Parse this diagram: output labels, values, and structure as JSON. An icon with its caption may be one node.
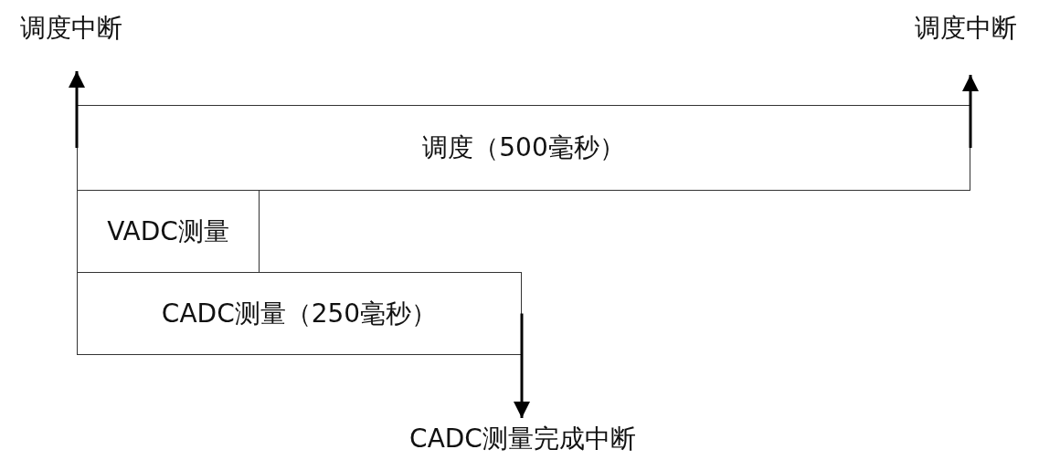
{
  "diagram": {
    "nodes": [
      {
        "text": [
          "调度中断"
        ]
      },
      {
        "text": [
          "调度中断"
        ]
      },
      {
        "text": [
          "调度（500毫秒）"
        ]
      },
      {
        "text": [
          "VADC测量"
        ]
      },
      {
        "text": [
          "CADC测量（250毫秒）"
        ]
      },
      {
        "text": [
          "CADC测量完成中断"
        ]
      }
    ],
    "edges": [
      {
        "from": 2,
        "to": 0,
        "arrow": "to"
      },
      {
        "from": 2,
        "to": 1,
        "arrow": "to"
      },
      {
        "from": 4,
        "to": 5,
        "arrow": "to"
      }
    ]
  }
}
